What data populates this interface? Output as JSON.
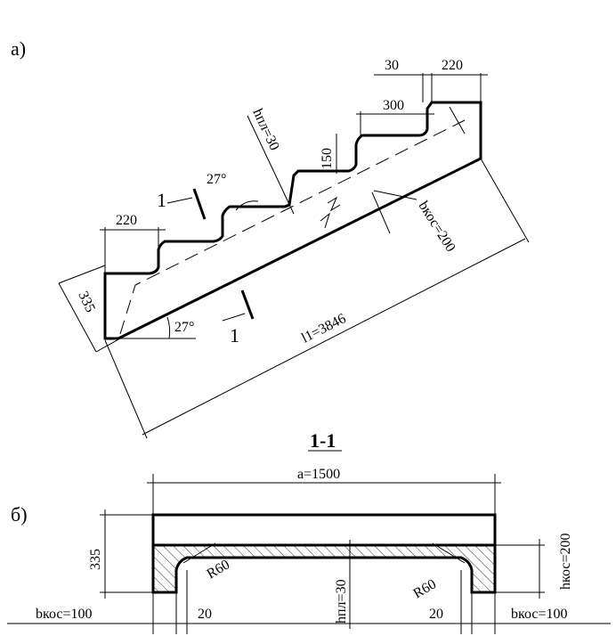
{
  "part_a": {
    "label": "а)",
    "dims": {
      "gap_30": "30",
      "top_220": "220",
      "tread_300": "300",
      "riser_150": "150",
      "slab_hpl": "hпл=30",
      "angle_top": "27°",
      "left_220": "220",
      "section_mark_top": "1",
      "string_b": "bкос=200",
      "height_335": "335",
      "angle_bottom": "27°",
      "section_mark_bottom": "1",
      "length_l1": "l1=3846"
    }
  },
  "part_b": {
    "label": "б)",
    "section_title": "1-1",
    "dims": {
      "width_a": "a=1500",
      "height_335": "335",
      "radius_left": "R60",
      "radius_right": "R60",
      "slab_hpl": "hпл=30",
      "string_h": "hкос=200",
      "left_b": "bкос=100",
      "left_20": "20",
      "right_20": "20",
      "right_b": "bкос=100"
    }
  }
}
